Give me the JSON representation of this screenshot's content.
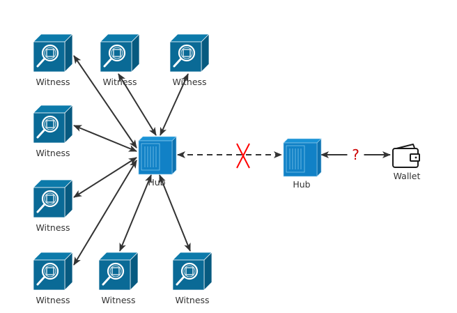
{
  "diagram": {
    "colors": {
      "witness_fill": "#0a6a96",
      "witness_top": "#0c7aaa",
      "witness_side": "#075a80",
      "hub_front": "#1181c6",
      "hub_top": "#1a93d6",
      "hub_side": "#0e72b0",
      "edge": "#333333",
      "broken_mark": "#ff0000",
      "question_mark": "#cc0000",
      "label": "#333333"
    },
    "nodes": [
      {
        "id": "w1",
        "type": "witness",
        "label": "Witness"
      },
      {
        "id": "w2",
        "type": "witness",
        "label": "Witness"
      },
      {
        "id": "w3",
        "type": "witness",
        "label": "Witness"
      },
      {
        "id": "w4",
        "type": "witness",
        "label": "Witness"
      },
      {
        "id": "w5",
        "type": "witness",
        "label": "Witness"
      },
      {
        "id": "w6",
        "type": "witness",
        "label": "Witness"
      },
      {
        "id": "w7",
        "type": "witness",
        "label": "Witness"
      },
      {
        "id": "w8",
        "type": "witness",
        "label": "Witness"
      },
      {
        "id": "hub1",
        "type": "hub",
        "label": "Hub"
      },
      {
        "id": "hub2",
        "type": "hub",
        "label": "Hub"
      },
      {
        "id": "wallet",
        "type": "wallet",
        "label": "Wallet"
      }
    ],
    "edges": [
      {
        "from": "hub1",
        "to": "w1",
        "style": "solid",
        "bidirectional": true
      },
      {
        "from": "hub1",
        "to": "w2",
        "style": "solid",
        "bidirectional": true
      },
      {
        "from": "hub1",
        "to": "w3",
        "style": "solid",
        "bidirectional": true
      },
      {
        "from": "hub1",
        "to": "w4",
        "style": "solid",
        "bidirectional": true
      },
      {
        "from": "hub1",
        "to": "w5",
        "style": "solid",
        "bidirectional": true
      },
      {
        "from": "hub1",
        "to": "w6",
        "style": "solid",
        "bidirectional": true
      },
      {
        "from": "hub1",
        "to": "w7",
        "style": "solid",
        "bidirectional": true
      },
      {
        "from": "hub1",
        "to": "w8",
        "style": "solid",
        "bidirectional": true
      },
      {
        "from": "hub1",
        "to": "hub2",
        "style": "dashed",
        "bidirectional": true,
        "marker": "X",
        "status": "broken"
      },
      {
        "from": "hub2",
        "to": "wallet",
        "style": "solid",
        "bidirectional": true,
        "marker": "?",
        "status": "unknown"
      }
    ]
  }
}
